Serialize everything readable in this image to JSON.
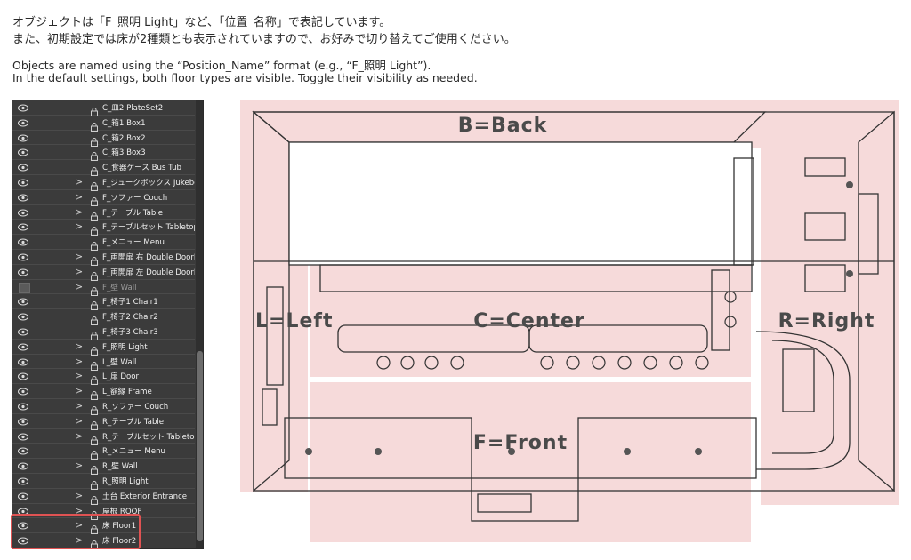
{
  "notes": {
    "jp_line1": "オブジェクトは「F_照明 Light」など、「位置_名称」で表記しています。",
    "jp_line2": "また、初期設定では床が2種類とも表示されていますので、お好みで切り替えてご使用ください。",
    "en_line1": "Objects are named using the “Position_Name” format (e.g., “F_照明 Light”).",
    "en_line2": "In the default settings, both floor types are visible. Toggle their visibility as needed."
  },
  "layers": [
    {
      "name": "C_皿2 PlateSet2",
      "visible": true,
      "group": false
    },
    {
      "name": "C_箱1 Box1",
      "visible": true,
      "group": false
    },
    {
      "name": "C_箱2 Box2",
      "visible": true,
      "group": false
    },
    {
      "name": "C_箱3 Box3",
      "visible": true,
      "group": false
    },
    {
      "name": "C_食器ケース Bus Tub",
      "visible": true,
      "group": false
    },
    {
      "name": "F_ジュークボックス Jukebox",
      "visible": true,
      "group": true
    },
    {
      "name": "F_ソファー Couch",
      "visible": true,
      "group": true
    },
    {
      "name": "F_テーブル Table",
      "visible": true,
      "group": true
    },
    {
      "name": "F_テーブルセット Tabletop Se",
      "visible": true,
      "group": true
    },
    {
      "name": "F_メニュー Menu",
      "visible": true,
      "group": false
    },
    {
      "name": "F_両開扉 右 Double DoorF",
      "visible": true,
      "group": true
    },
    {
      "name": "F_両開扉 左 Double DoorL",
      "visible": true,
      "group": true
    },
    {
      "name": "F_壁 Wall",
      "visible": false,
      "group": true
    },
    {
      "name": "F_椅子1 Chair1",
      "visible": true,
      "group": false
    },
    {
      "name": "F_椅子2 Chair2",
      "visible": true,
      "group": false
    },
    {
      "name": "F_椅子3 Chair3",
      "visible": true,
      "group": false
    },
    {
      "name": "F_照明 Light",
      "visible": true,
      "group": true
    },
    {
      "name": "L_壁 Wall",
      "visible": true,
      "group": true
    },
    {
      "name": "L_扉 Door",
      "visible": true,
      "group": true
    },
    {
      "name": "L_額縁 Frame",
      "visible": true,
      "group": true
    },
    {
      "name": "R_ソファー Couch",
      "visible": true,
      "group": true
    },
    {
      "name": "R_テーブル Table",
      "visible": true,
      "group": true
    },
    {
      "name": "R_テーブルセット Tabletop Se",
      "visible": true,
      "group": true
    },
    {
      "name": "R_メニュー Menu",
      "visible": true,
      "group": false
    },
    {
      "name": "R_壁 Wall",
      "visible": true,
      "group": true
    },
    {
      "name": "R_照明 Light",
      "visible": true,
      "group": false
    },
    {
      "name": "土台 Exterior Entrance",
      "visible": true,
      "group": true
    },
    {
      "name": "屋根 ROOF",
      "visible": true,
      "group": true
    },
    {
      "name": "床 Floor1",
      "visible": true,
      "group": true
    },
    {
      "name": "床 Floor2",
      "visible": true,
      "group": true
    }
  ],
  "zones": {
    "back": "B=Back",
    "left": "L=Left",
    "center": "C=Center",
    "right": "R=Right",
    "front": "F=Front"
  },
  "colors": {
    "zone_fill": "#f6dada",
    "highlight": "#e05353",
    "panel_bg": "#3b3b3b"
  }
}
